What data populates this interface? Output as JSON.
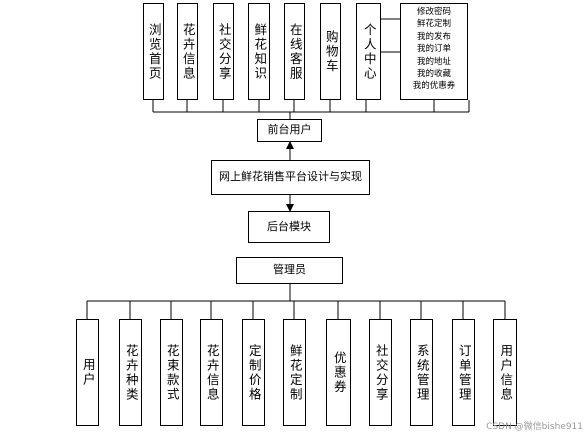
{
  "center": {
    "title": "网上鲜花销售平台设计与实现"
  },
  "front": {
    "label": "前台用户",
    "modules": [
      "浏览首页",
      "花卉信息",
      "社交分享",
      "鲜花知识",
      "在线客服",
      "购物车",
      "个人中心"
    ],
    "personal_center_items": [
      "修改密码",
      "鲜花定制",
      "我的发布",
      "我的订单",
      "我的地址",
      "我的收藏",
      "我的优惠券"
    ]
  },
  "back": {
    "label": "后台模块",
    "admin_label": "管理员",
    "modules": [
      "用户",
      "花卉种类",
      "花束款式",
      "花卉信息",
      "定制价格",
      "鲜花定制",
      "优惠券",
      "社交分享",
      "系统管理",
      "订单管理",
      "用户信息"
    ]
  },
  "watermark": "CSDN @微信bishe911"
}
